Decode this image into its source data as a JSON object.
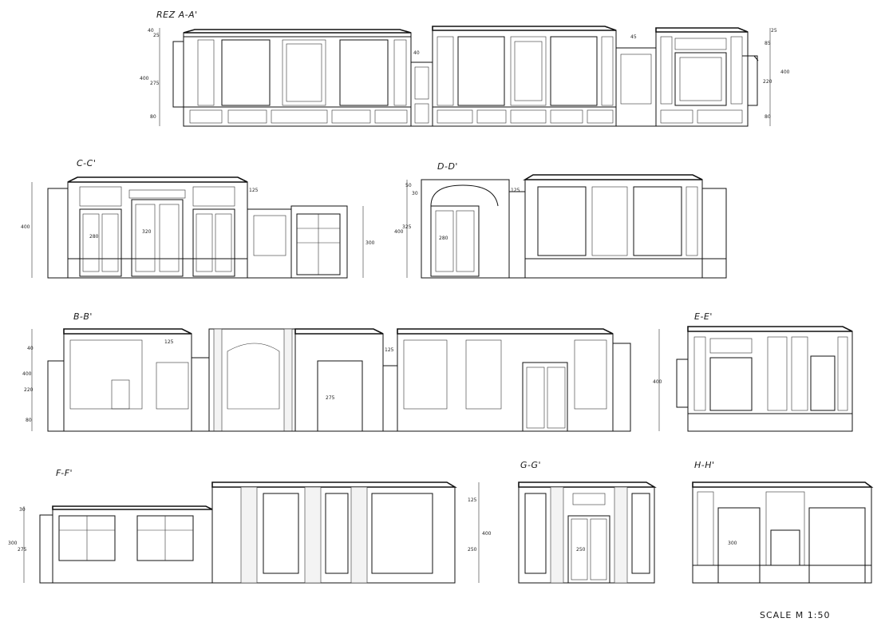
{
  "sections": {
    "a": "REZ A-A'",
    "c": "C-C'",
    "d": "D-D'",
    "b": "B-B'",
    "e": "E-E'",
    "f": "F-F'",
    "g": "G-G'",
    "h": "H-H'"
  },
  "dimensions": {
    "a_40": "40",
    "a_25": "25",
    "a_400": "400",
    "a_275": "275",
    "a_80": "80",
    "a_40b": "40",
    "a_400r": "400",
    "a_25r": "25",
    "a_220": "220",
    "a_80r": "80",
    "a_85": "85",
    "a_45": "45",
    "c_400": "400",
    "c_300": "300",
    "c_280": "280",
    "c_320": "320",
    "c_125": "125",
    "d_400": "400",
    "d_325": "325",
    "d_50": "50",
    "d_30": "30",
    "d_280": "280",
    "d_125": "125",
    "b_400": "400",
    "b_220": "220",
    "b_80": "80",
    "b_40": "40",
    "b_275": "275",
    "b_125": "125",
    "b_125b": "125",
    "e_400": "400",
    "f_300": "300",
    "f_275": "275",
    "f_400": "400",
    "f_125": "125",
    "f_250": "250",
    "f_30": "30",
    "g_250": "250",
    "h_300": "300"
  },
  "scale_label": "SCALE M 1:50"
}
